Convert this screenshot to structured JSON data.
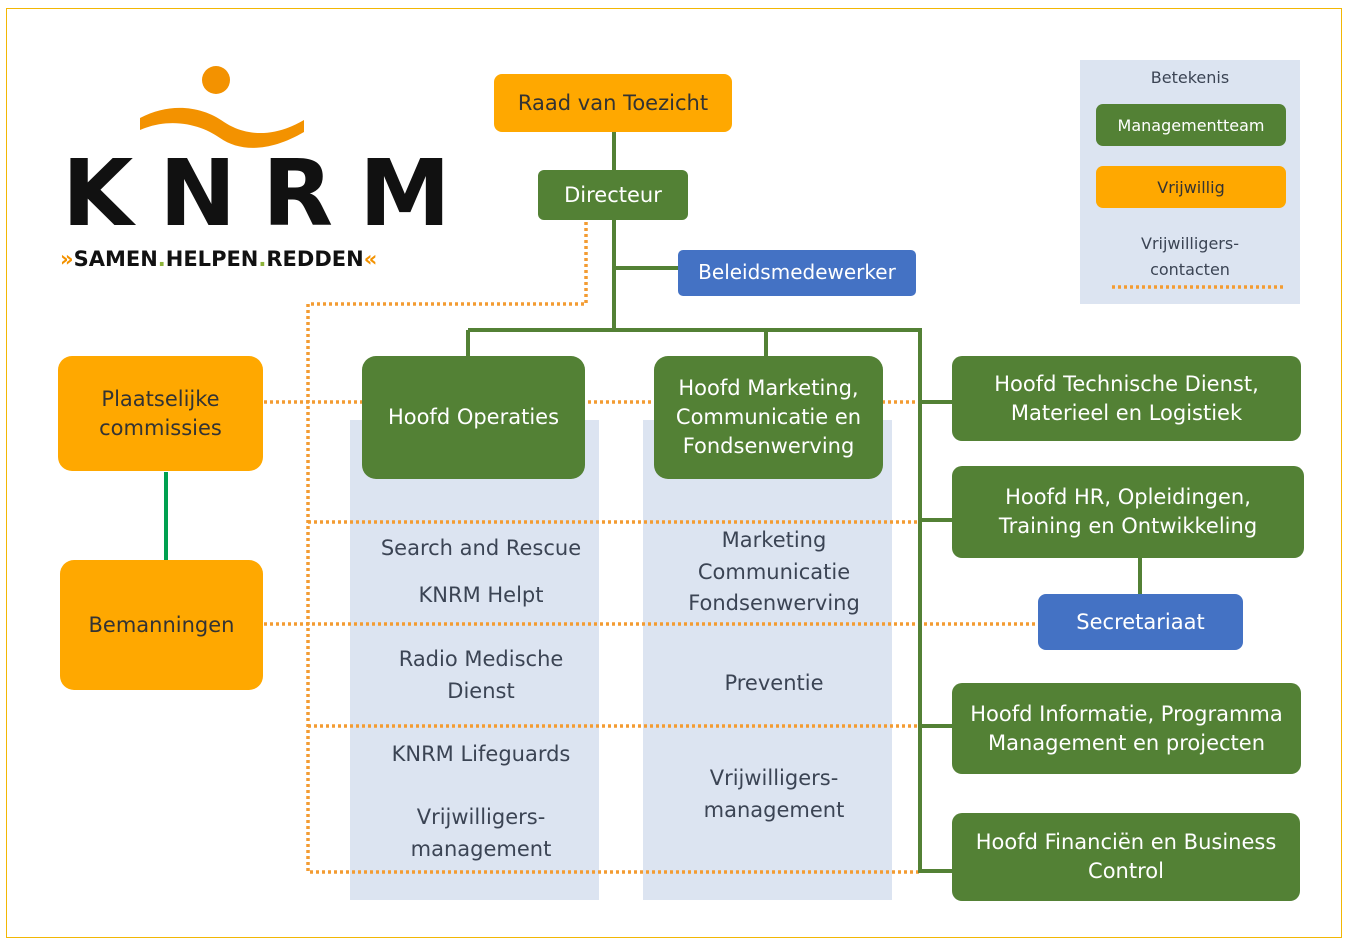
{
  "colors": {
    "management": "#538135",
    "volunteer": "#ffa800",
    "staff": "#4472c4",
    "panel": "#dce4f1",
    "connector_solid": "#538135",
    "connector_dotted": "#f39c32"
  },
  "logo": {
    "wordmark": "KNRM",
    "chevrons_left": "»",
    "tagline_parts": [
      "SAMEN",
      ".",
      "HELPEN",
      ".",
      "REDDEN"
    ],
    "chevrons_right": "«"
  },
  "legend": {
    "title": "Betekenis",
    "management": "Managementteam",
    "volunteer": "Vrijwillig",
    "contacts_line1": "Vrijwilligers-",
    "contacts_line2": "contacten"
  },
  "top": {
    "board": "Raad van Toezicht",
    "director": "Directeur",
    "policy": "Beleidsmedewerker"
  },
  "volunteer_units": {
    "local": [
      "Plaatselijke",
      "commissies"
    ],
    "crews": "Bemanningen"
  },
  "departments": {
    "operations": {
      "head": "Hoofd Operaties",
      "items": [
        "Search and Rescue",
        "KNRM Helpt",
        [
          "Radio Medische",
          "Dienst"
        ],
        "KNRM Lifeguards",
        [
          "Vrijwilligers-",
          "management"
        ]
      ]
    },
    "marketing": {
      "head": [
        "Hoofd Marketing,",
        "Communicatie en",
        "Fondsenwerving"
      ],
      "items": [
        [
          "Marketing",
          "Communicatie",
          "Fondsenwerving"
        ],
        "Preventie",
        [
          "Vrijwilligers-",
          "management"
        ]
      ]
    }
  },
  "staff_heads": {
    "technical": [
      "Hoofd Technische Dienst,",
      "Materieel en Logistiek"
    ],
    "hr": [
      "Hoofd HR, Opleidingen,",
      "Training en Ontwikkeling"
    ],
    "secretariat": "Secretariaat",
    "information": [
      "Hoofd Informatie, Programma",
      "Management en projecten"
    ],
    "finance": [
      "Hoofd Financiën en Business",
      "Control"
    ]
  }
}
